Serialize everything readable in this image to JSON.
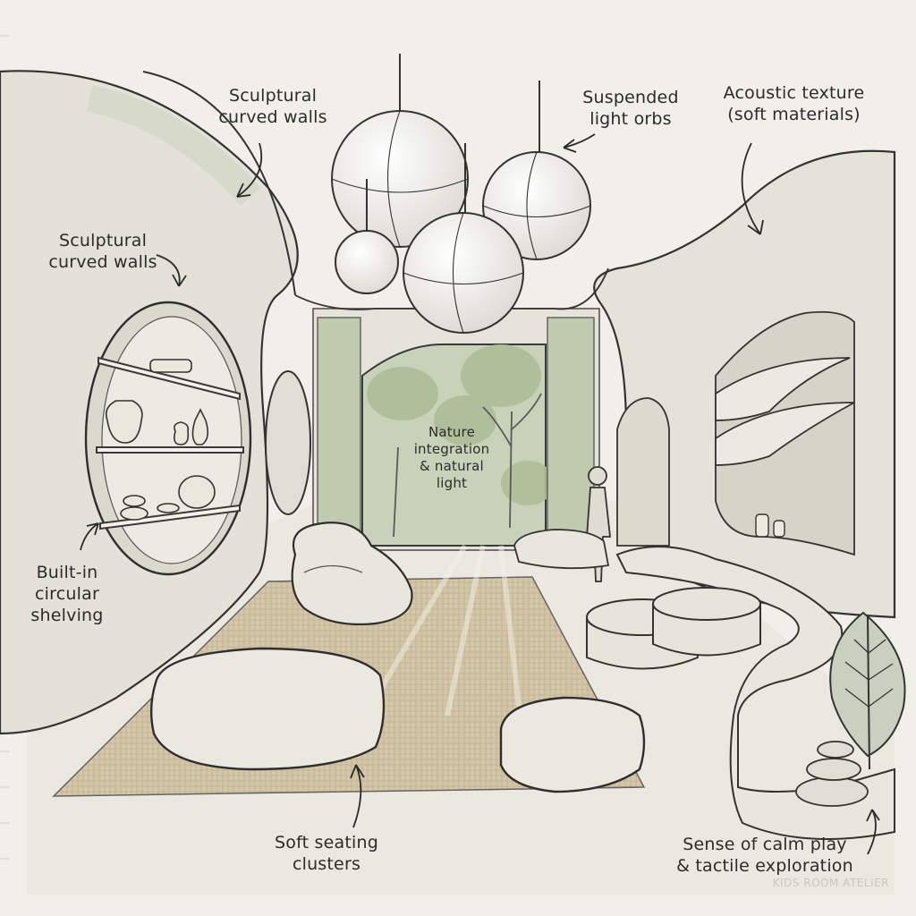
{
  "annotations": {
    "curved_walls_top": "Sculptural\ncurved walls",
    "curved_walls_left": "Sculptural\ncurved walls",
    "light_orbs": "Suspended\nlight orbs",
    "acoustic_texture": "Acoustic texture\n(soft materials)",
    "nature": "Nature\nintegration\n& natural\nlight",
    "shelving": "Built-in\ncircular\nshelving",
    "seating": "Soft seating\nclusters",
    "calm_play": "Sense of calm play\n& tactile exploration"
  },
  "watermark": "KIDS ROOM ATELIER",
  "colors": {
    "paper": "#f1efe9",
    "ink": "#3a3a3a",
    "sage": "#c9d1bd",
    "rug": "#cdbf9f",
    "window_green": "#b7c4a4"
  }
}
